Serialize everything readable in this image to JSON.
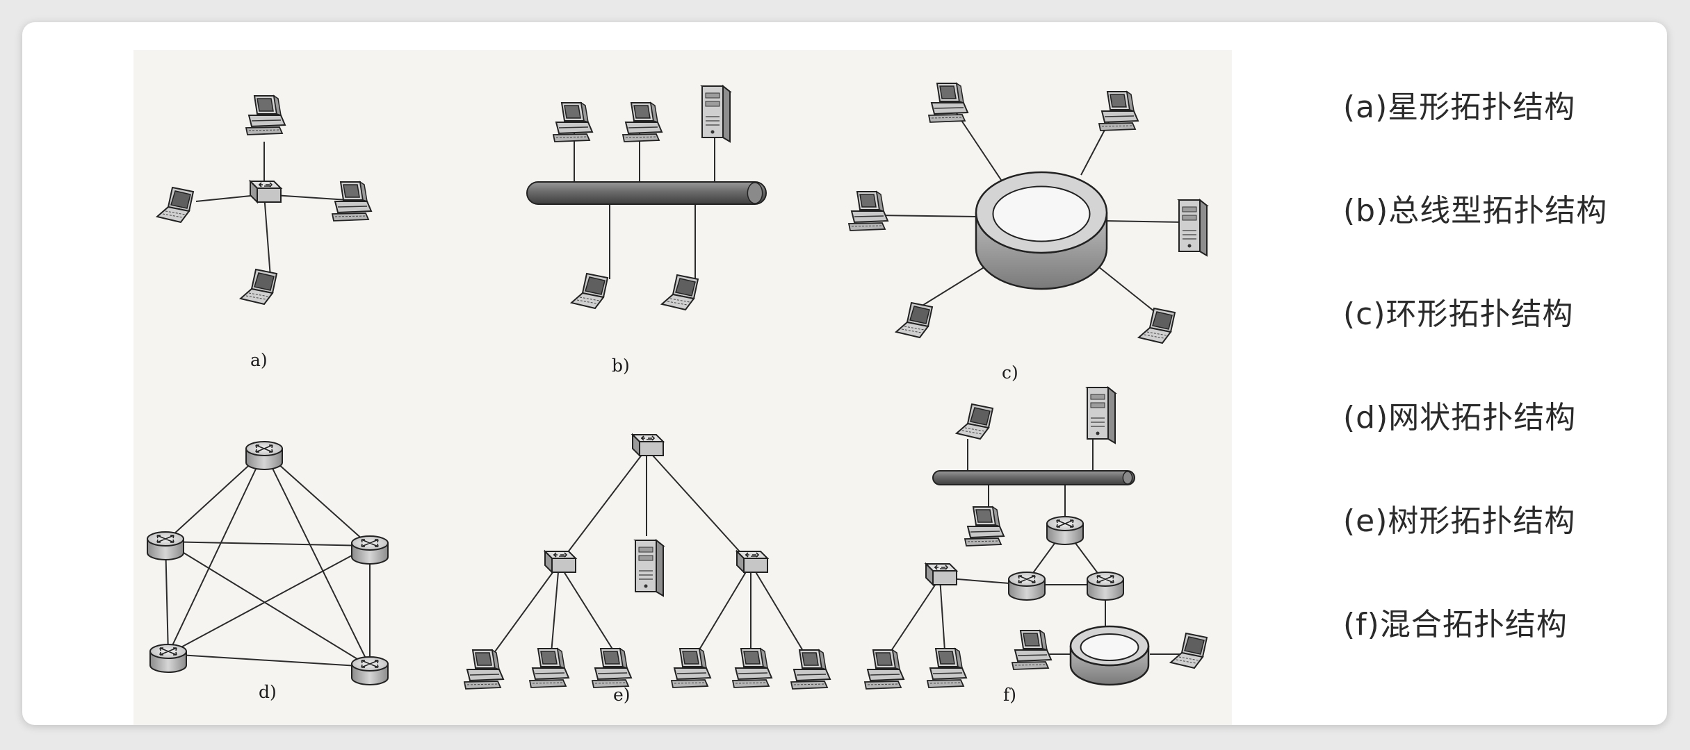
{
  "figure": {
    "panel_labels": {
      "a": "a)",
      "b": "b)",
      "c": "c)",
      "d": "d)",
      "e": "e)",
      "f": "f)"
    }
  },
  "legend": {
    "items": [
      {
        "id": "a",
        "text": "(a)星形拓扑结构"
      },
      {
        "id": "b",
        "text": "(b)总线型拓扑结构"
      },
      {
        "id": "c",
        "text": "(c)环形拓扑结构"
      },
      {
        "id": "d",
        "text": "(d)网状拓扑结构"
      },
      {
        "id": "e",
        "text": "(e)树形拓扑结构"
      },
      {
        "id": "f",
        "text": "(f)混合拓扑结构"
      }
    ]
  },
  "icons": {
    "desktop": "desktop-computer-icon",
    "laptop": "laptop-icon",
    "server": "server-icon",
    "switch": "switch-hub-icon",
    "router": "router-icon",
    "bus": "bus-cable-icon",
    "ring": "ring-icon"
  },
  "colors": {
    "background": "#e9e9e9",
    "card": "#ffffff",
    "figure_paper": "#f6f4f1",
    "line": "#2b2b2b",
    "device_fill": "#c9c9c9",
    "legend_text": "#2a2a2a"
  }
}
